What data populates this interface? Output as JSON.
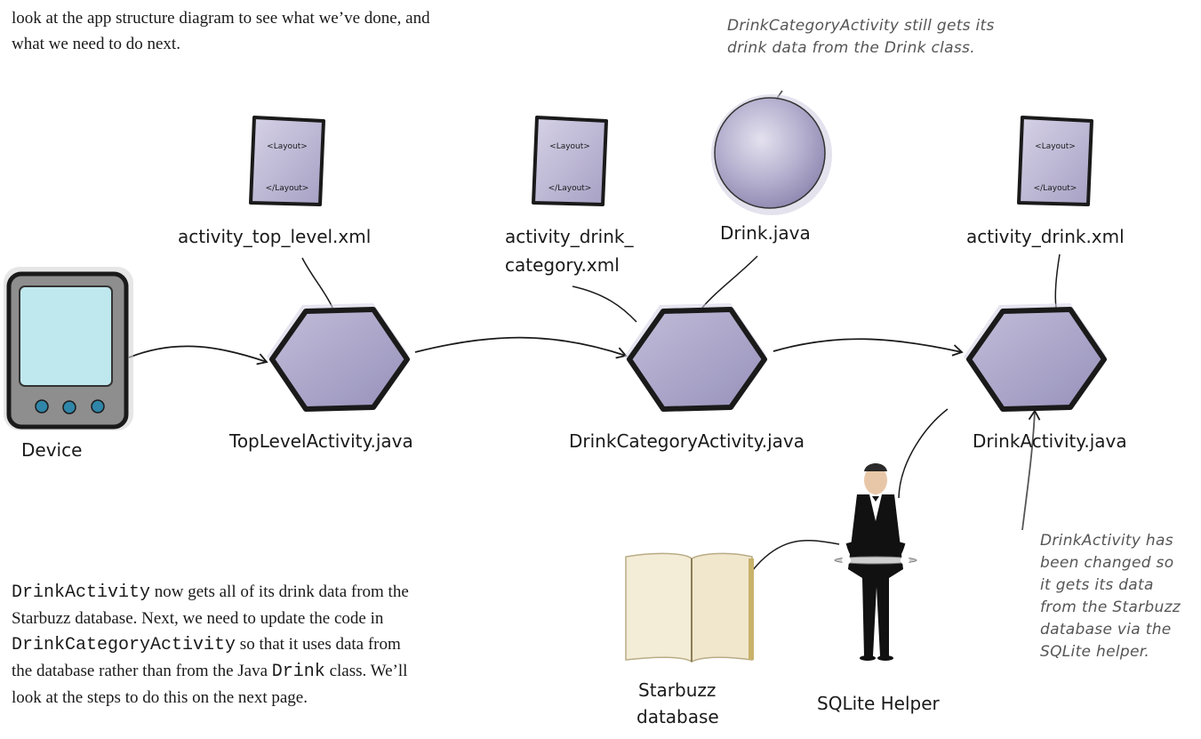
{
  "intro_text": {
    "line1": "look at the app structure diagram to see what we’ve done, and",
    "line2": "what we need to do next."
  },
  "nodes": {
    "device": "Device",
    "top_level_layout": "activity_top_level.xml",
    "top_level_activity": "TopLevelActivity.java",
    "category_layout": [
      "activity_drink_",
      "category.xml"
    ],
    "category_activity": "DrinkCategoryActivity.java",
    "drink_class": "Drink.java",
    "drink_layout": "activity_drink.xml",
    "drink_activity": "DrinkActivity.java",
    "database": [
      "Starbuzz",
      "database"
    ],
    "helper": "SQLite Helper",
    "layout_open_tag": "<Layout>",
    "layout_close_tag": "</Layout>"
  },
  "annotations": {
    "drink_class_note": [
      "DrinkCategoryActivity still gets its",
      "drink data from the Drink class."
    ],
    "drink_activity_note": [
      "DrinkActivity has",
      "been changed so",
      "it gets its data",
      "from the Starbuzz",
      "database via the",
      "SQLite helper."
    ]
  },
  "bottom_text": {
    "line1_code": "DrinkActivity",
    "line1_rest": " now gets all of its drink data from the",
    "line2": "Starbuzz database. Next, we need to update the code in",
    "line3_code": "DrinkCategoryActivity",
    "line3_rest": " so that it uses data from",
    "line4_a": "the database rather than from the Java ",
    "line4_code": "Drink",
    "line4_b": " class. We’ll",
    "line5": "look at the steps to do this on the next page."
  },
  "colors": {
    "activity_fill": "#a9a4c6",
    "device_body": "#8e8e8e",
    "device_screen": "#bfe8ee",
    "device_buttons": "#2f86a8",
    "annotation_ink": "#555555"
  },
  "icons": [
    "layout-file-icon",
    "activity-hexagon-icon",
    "class-circle-icon",
    "device-icon",
    "database-book-icon",
    "butler-helper-icon"
  ]
}
